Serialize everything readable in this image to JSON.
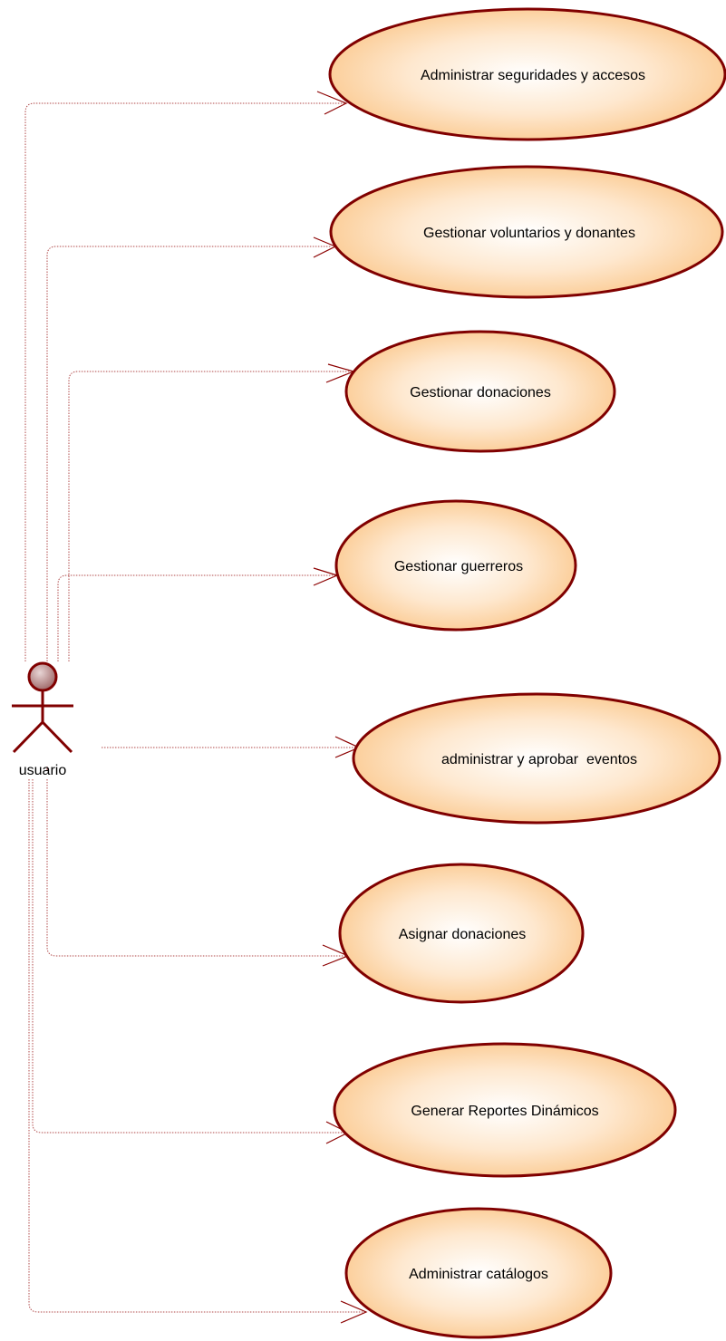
{
  "actor": {
    "name": "usuario"
  },
  "use_cases": [
    {
      "label": "Administrar seguridades y accesos"
    },
    {
      "label": "Gestionar voluntarios y donantes"
    },
    {
      "label": "Gestionar donaciones"
    },
    {
      "label": "Gestionar guerreros"
    },
    {
      "label": "administrar y aprobar  eventos"
    },
    {
      "label": "Asignar donaciones"
    },
    {
      "label": "Generar Reportes Dinámicos"
    },
    {
      "label": "Administrar catálogos"
    }
  ],
  "colors": {
    "ellipse_fill_center": "#ffffff",
    "ellipse_fill_edge": "#fbc98f",
    "ellipse_stroke": "#800000",
    "association_line": "#b04a4a",
    "actor_head": "#b88a8a"
  }
}
